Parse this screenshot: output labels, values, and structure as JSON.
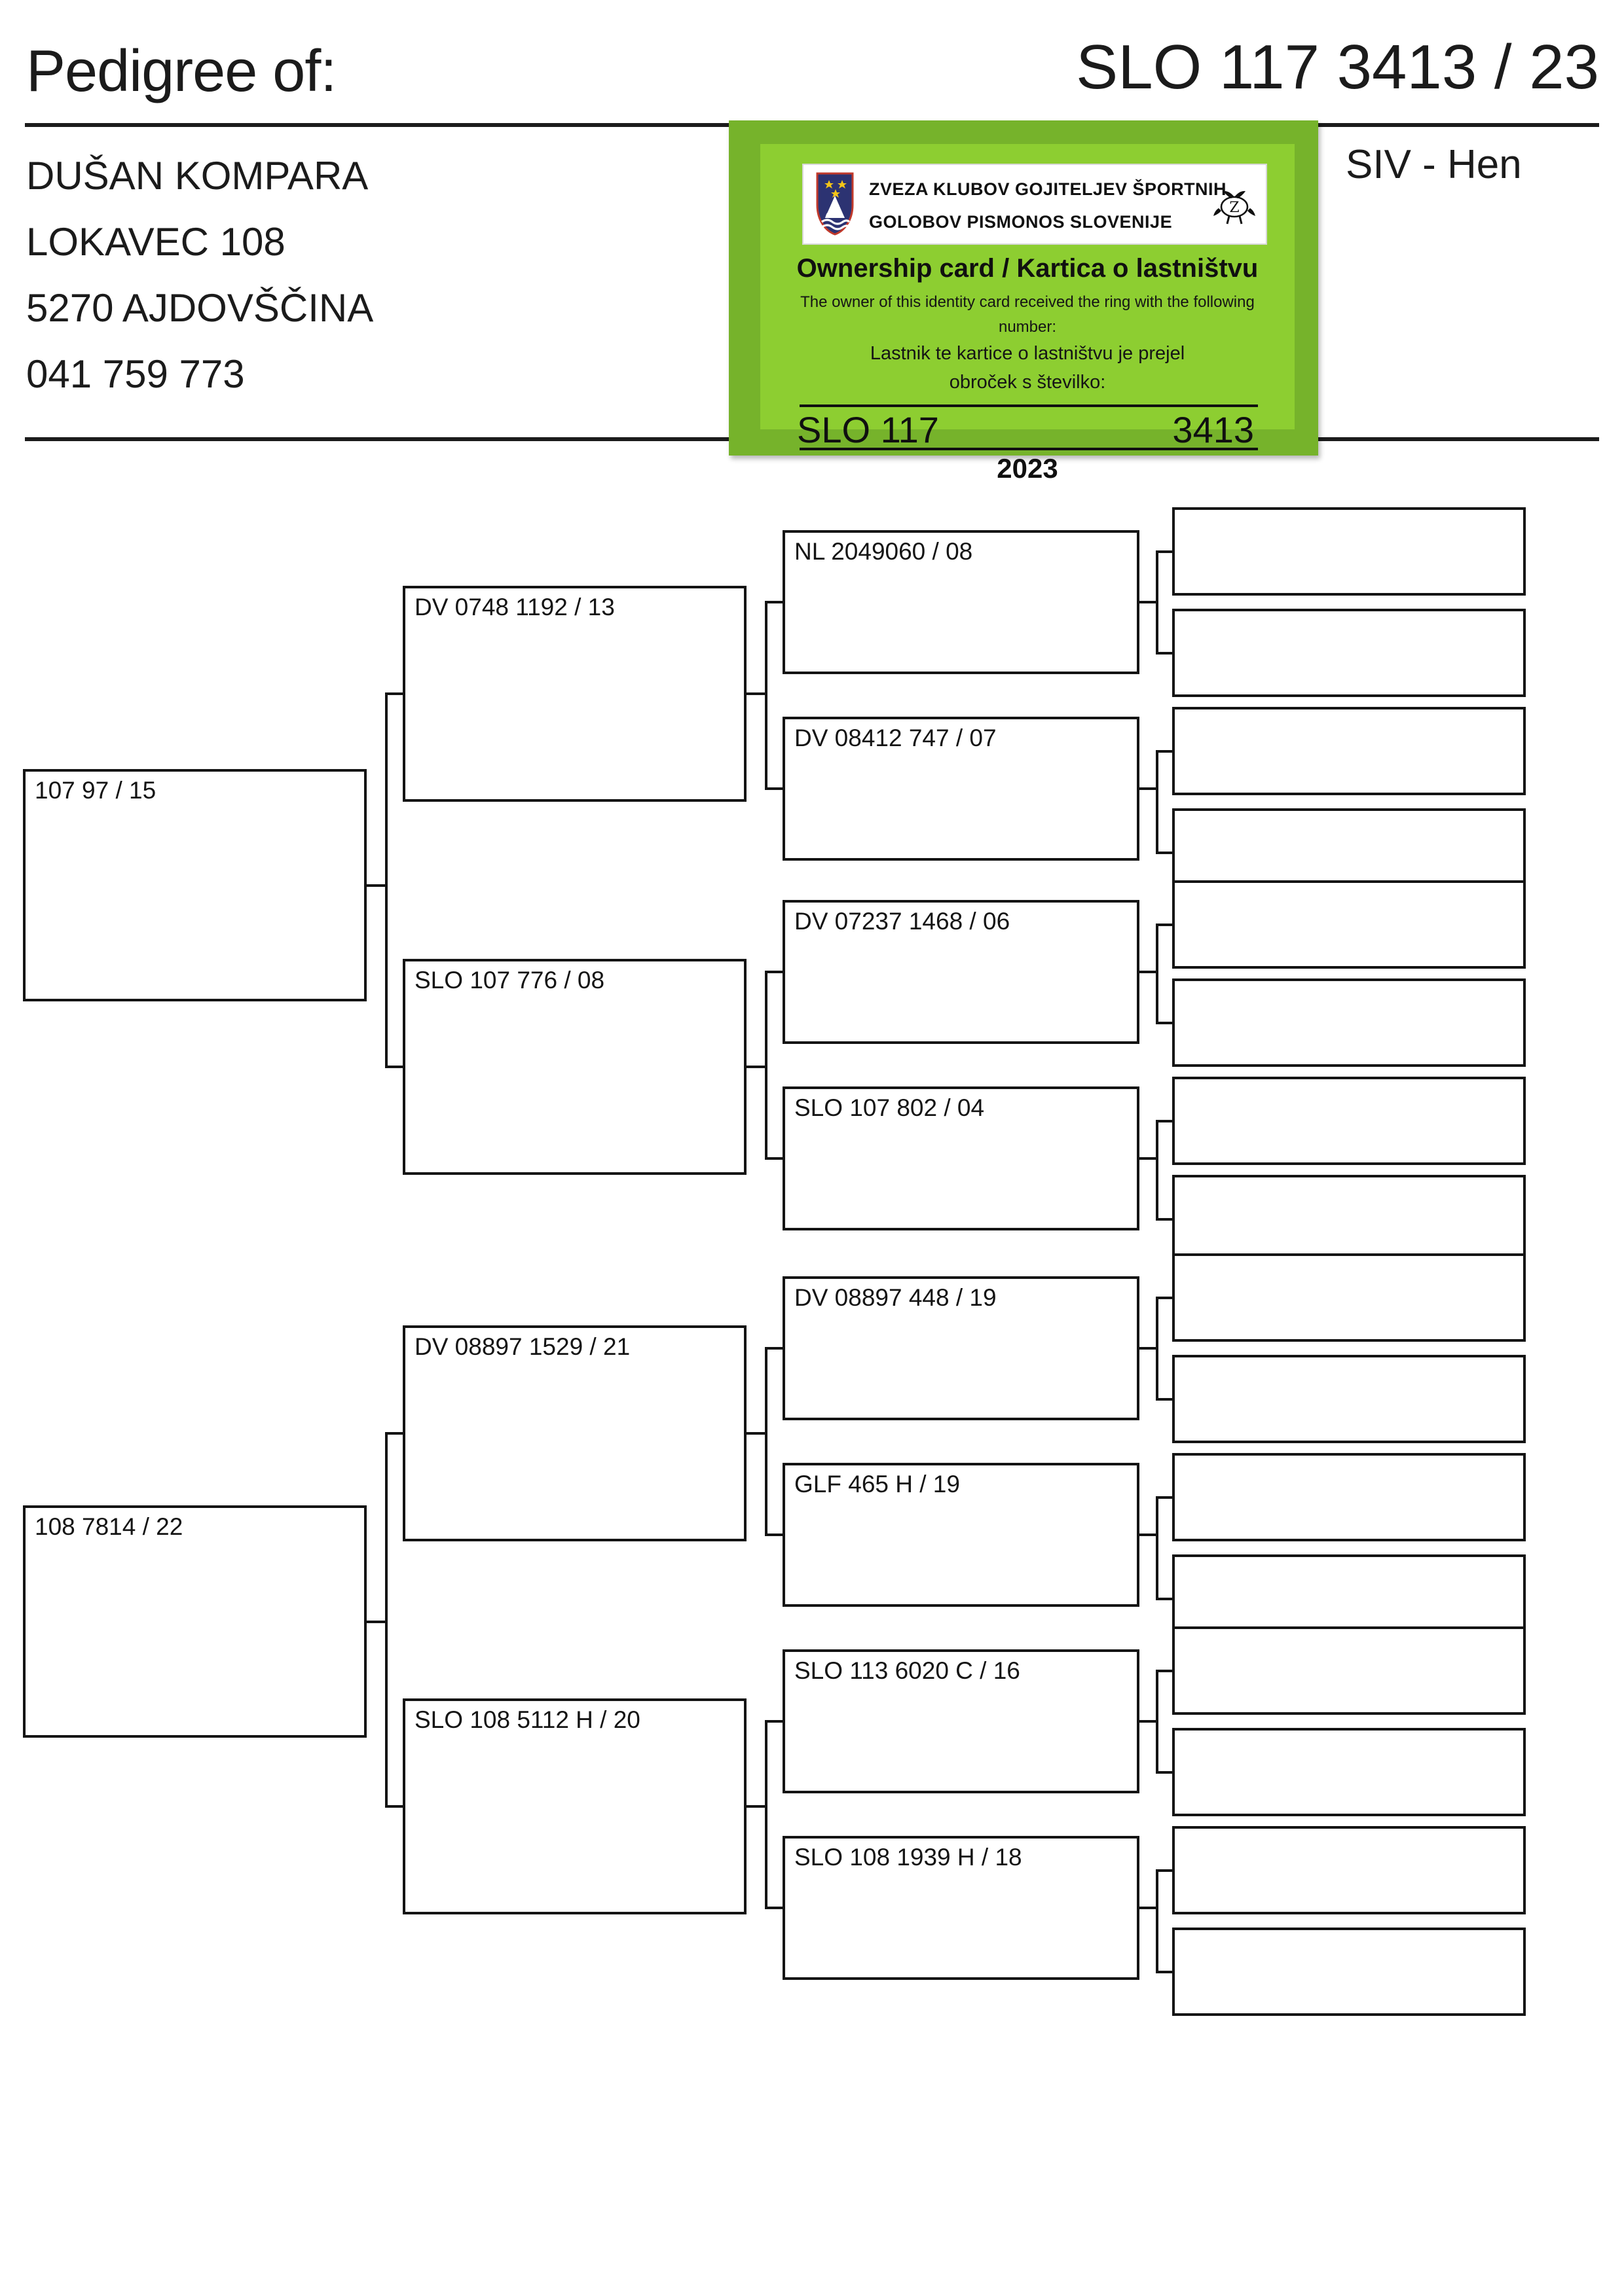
{
  "header": {
    "title": "Pedigree of:",
    "registration_number": "SLO 117 3413 / 23",
    "sex_color": "SIV - Hen",
    "owner": {
      "name": "DUŠAN KOMPARA",
      "street": "LOKAVEC 108",
      "city": "5270 AJDOVŠČINA",
      "phone": "041 759 773"
    }
  },
  "ownership_card": {
    "org_line1": "ZVEZA KLUBOV GOJITELJEV ŠPORTNIH",
    "org_line2": "GOLOBOV PISMONOS SLOVENIJE",
    "heading": "Ownership card / Kartica o lastništvu",
    "en_line1": "The owner of this identity card received the ring with the following",
    "en_line2": "number:",
    "sl_line1": "Lastnik te kartice o lastništvu je prejel",
    "sl_line2": "obroček s številko:",
    "ring_prefix": "SLO 117",
    "ring_number": "3413",
    "year": "2023",
    "bg_outer": "#76b32b",
    "bg_inner": "#8dce31"
  },
  "pedigree": {
    "gen1": [
      {
        "id": "sire",
        "label": "107 97  / 15"
      },
      {
        "id": "dam",
        "label": "108 7814 / 22"
      }
    ],
    "gen2": [
      {
        "id": "sire-sire",
        "label": "DV 0748 1192 / 13"
      },
      {
        "id": "sire-dam",
        "label": "SLO 107 776 / 08"
      },
      {
        "id": "dam-sire",
        "label": "DV 08897 1529 / 21"
      },
      {
        "id": "dam-dam",
        "label": "SLO 108 5112 H / 20"
      }
    ],
    "gen3": [
      {
        "id": "g3-1",
        "label": "NL 2049060 / 08"
      },
      {
        "id": "g3-2",
        "label": "DV 08412 747 / 07"
      },
      {
        "id": "g3-3",
        "label": "DV 07237 1468 / 06"
      },
      {
        "id": "g3-4",
        "label": "SLO 107 802 / 04"
      },
      {
        "id": "g3-5",
        "label": "DV 08897 448 / 19"
      },
      {
        "id": "g3-6",
        "label": "GLF 465 H / 19"
      },
      {
        "id": "g3-7",
        "label": "SLO 113 6020 C / 16"
      },
      {
        "id": "g3-8",
        "label": "SLO 108 1939 H / 18"
      }
    ],
    "gen4": [
      {
        "id": "g4-1",
        "label": ""
      },
      {
        "id": "g4-2",
        "label": ""
      },
      {
        "id": "g4-3",
        "label": ""
      },
      {
        "id": "g4-4",
        "label": ""
      },
      {
        "id": "g4-5",
        "label": ""
      },
      {
        "id": "g4-6",
        "label": ""
      },
      {
        "id": "g4-7",
        "label": ""
      },
      {
        "id": "g4-8",
        "label": ""
      },
      {
        "id": "g4-9",
        "label": ""
      },
      {
        "id": "g4-10",
        "label": ""
      },
      {
        "id": "g4-11",
        "label": ""
      },
      {
        "id": "g4-12",
        "label": ""
      },
      {
        "id": "g4-13",
        "label": ""
      },
      {
        "id": "g4-14",
        "label": ""
      },
      {
        "id": "g4-15",
        "label": ""
      },
      {
        "id": "g4-16",
        "label": ""
      }
    ]
  }
}
